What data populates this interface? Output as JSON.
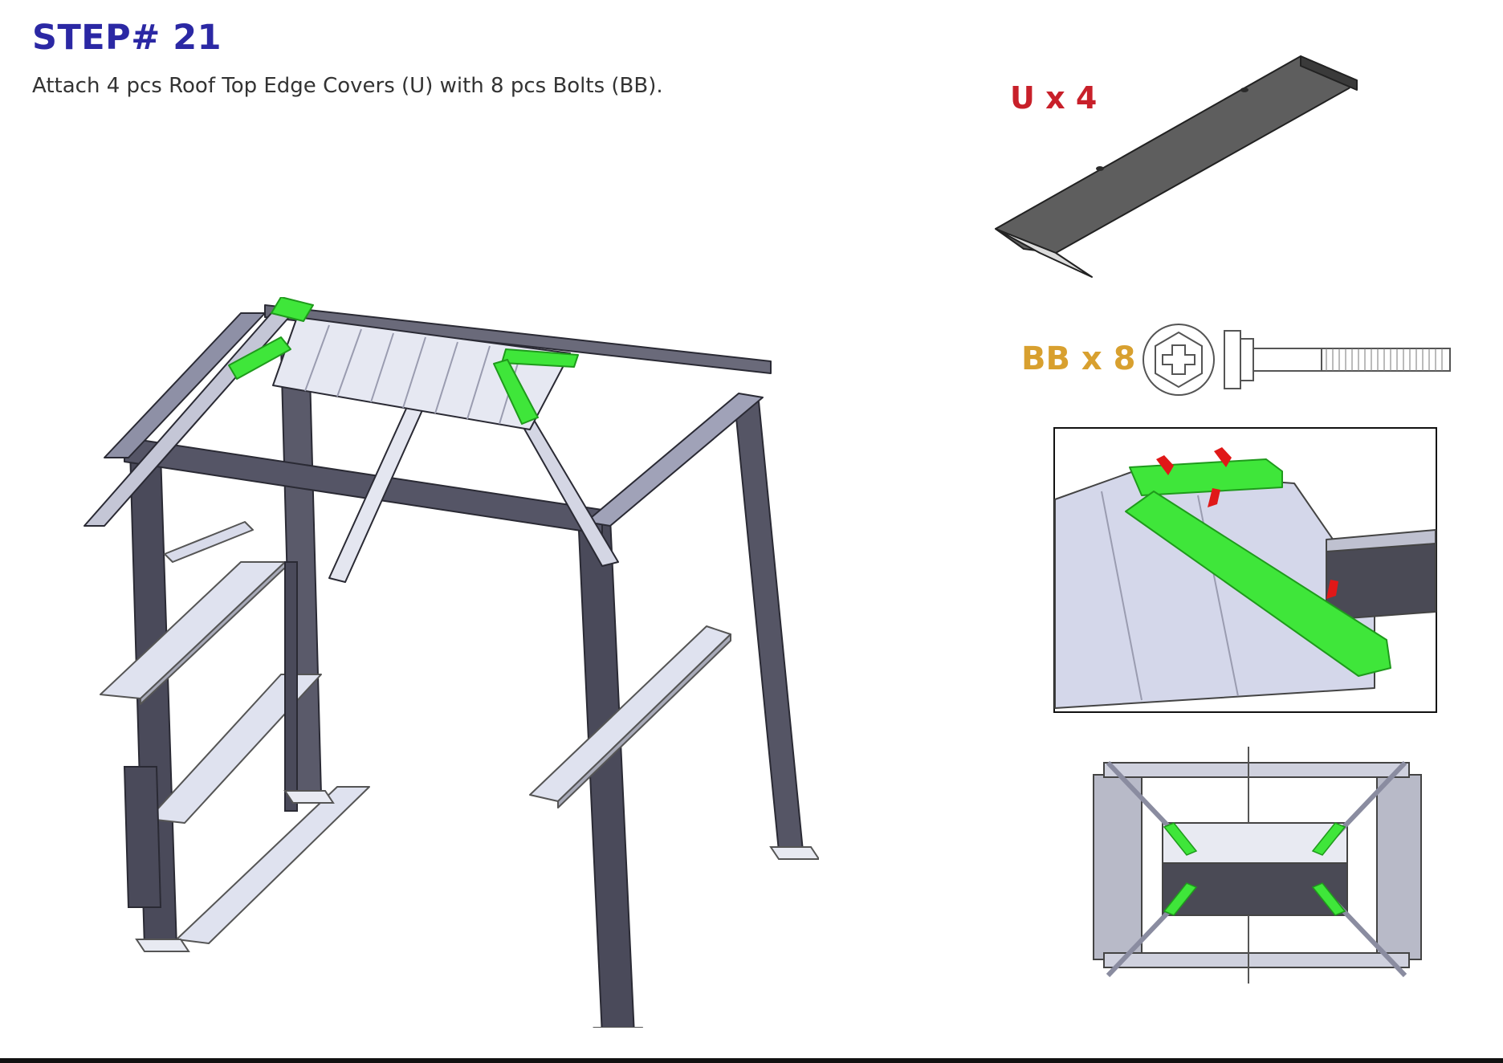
{
  "step": {
    "title": "STEP# 21"
  },
  "instruction": {
    "text": "Attach 4 pcs Roof Top Edge Covers (U) with 8 pcs Bolts (BB)."
  },
  "parts": {
    "cover_label": "U x 4",
    "bolt_label": "BB x 8"
  },
  "colors": {
    "title": "#2b28a4",
    "highlight_green": "#3fe63a",
    "frame_dark": "#4a4a5a",
    "panel_light": "#dcdff0",
    "arrow_red": "#e01818",
    "u_label": "#c8202a",
    "bb_label": "#d8a02f"
  }
}
